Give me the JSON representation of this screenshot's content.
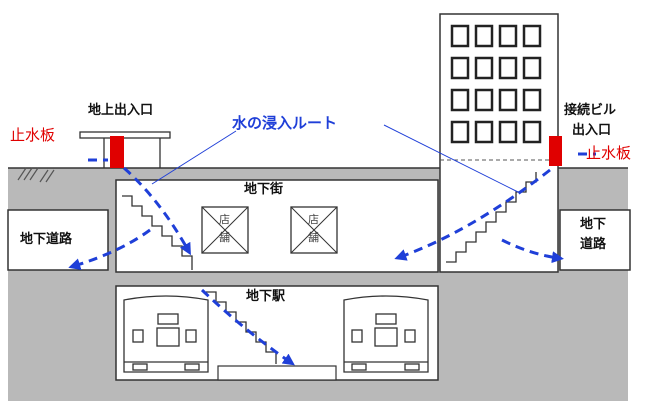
{
  "labels": {
    "ground_entrance": "地上出入口",
    "water_route": "水の浸入ルート",
    "connected_building": "接続ビル",
    "connected_entrance": "出入口",
    "water_barrier_left": "止水板",
    "water_barrier_right": "止水板",
    "underground_mall": "地下街",
    "underground_road_left": "地下道路",
    "underground_road_right_1": "地下",
    "underground_road_right_2": "道路",
    "underground_station": "地下駅",
    "shop_1_top": "店",
    "shop_1_bottom": "舗",
    "shop_2_top": "店",
    "shop_2_bottom": "舗"
  },
  "colors": {
    "ground": "#b9b9b9",
    "route": "#1f3fd8",
    "barrier": "#e00000",
    "line": "#222222"
  }
}
